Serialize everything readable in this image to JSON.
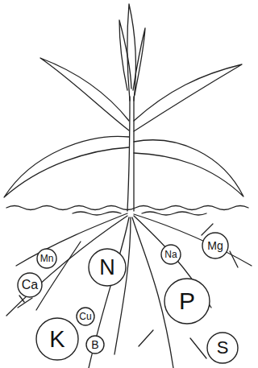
{
  "diagram": {
    "nodes": [
      {
        "text": [
          "Mn"
        ]
      },
      {
        "text": [
          "N"
        ]
      },
      {
        "text": [
          "Na"
        ]
      },
      {
        "text": [
          "Mg"
        ]
      },
      {
        "text": [
          "Ca"
        ]
      },
      {
        "text": [
          "P"
        ]
      },
      {
        "text": [
          "Cu"
        ]
      },
      {
        "text": [
          "K"
        ]
      },
      {
        "text": [
          "B"
        ]
      },
      {
        "text": [
          "S"
        ]
      }
    ]
  }
}
